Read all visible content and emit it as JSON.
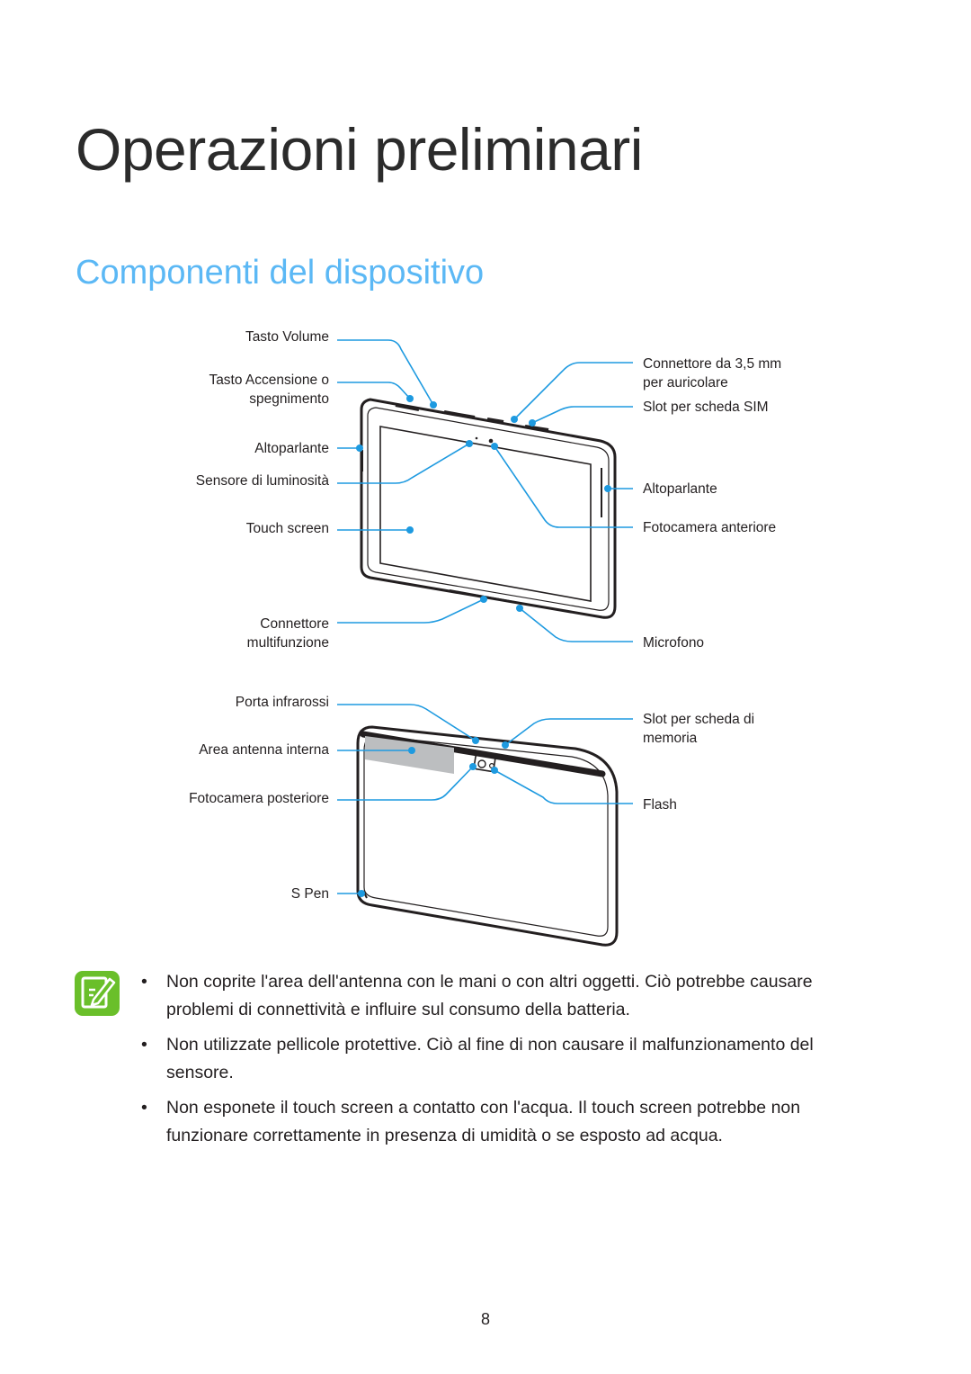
{
  "chapter_title": "Operazioni preliminari",
  "section_title": "Componenti del dispositivo",
  "colors": {
    "accent": "#5bb8f5",
    "callout": "#1e9ae0",
    "note_icon": "#6abf2a"
  },
  "front_view": {
    "left_labels": {
      "volume_key": "Tasto Volume",
      "power_key_line1": "Tasto Accensione o",
      "power_key_line2": "spegnimento",
      "speaker": "Altoparlante",
      "light_sensor": "Sensore di luminosità",
      "touch_screen": "Touch screen",
      "multifunction_line1": "Connettore",
      "multifunction_line2": "multifunzione"
    },
    "right_labels": {
      "headset_jack_line1": "Connettore da 3,5 mm",
      "headset_jack_line2": "per auricolare",
      "sim_slot": "Slot per scheda SIM",
      "speaker": "Altoparlante",
      "front_camera": "Fotocamera anteriore",
      "microphone": "Microfono"
    }
  },
  "back_view": {
    "left_labels": {
      "infrared": "Porta infrarossi",
      "antenna": "Area antenna interna",
      "rear_camera": "Fotocamera posteriore",
      "s_pen": "S Pen"
    },
    "right_labels": {
      "memory_slot_line1": "Slot per scheda di",
      "memory_slot_line2": "memoria",
      "flash": "Flash"
    }
  },
  "note_icon": "pencil-note-icon",
  "notes": [
    {
      "bullet": "•",
      "text": "Non coprite l'area dell'antenna con le mani o con altri oggetti. Ciò potrebbe causare problemi di connettività e influire sul consumo della batteria."
    },
    {
      "bullet": "•",
      "text": "Non utilizzate pellicole protettive. Ciò al fine di non causare il malfunzionamento del sensore."
    },
    {
      "bullet": "•",
      "text": "Non esponete il touch screen a contatto con l'acqua. Il touch screen potrebbe non funzionare correttamente in presenza di umidità o se esposto ad acqua."
    }
  ],
  "page_number": "8"
}
